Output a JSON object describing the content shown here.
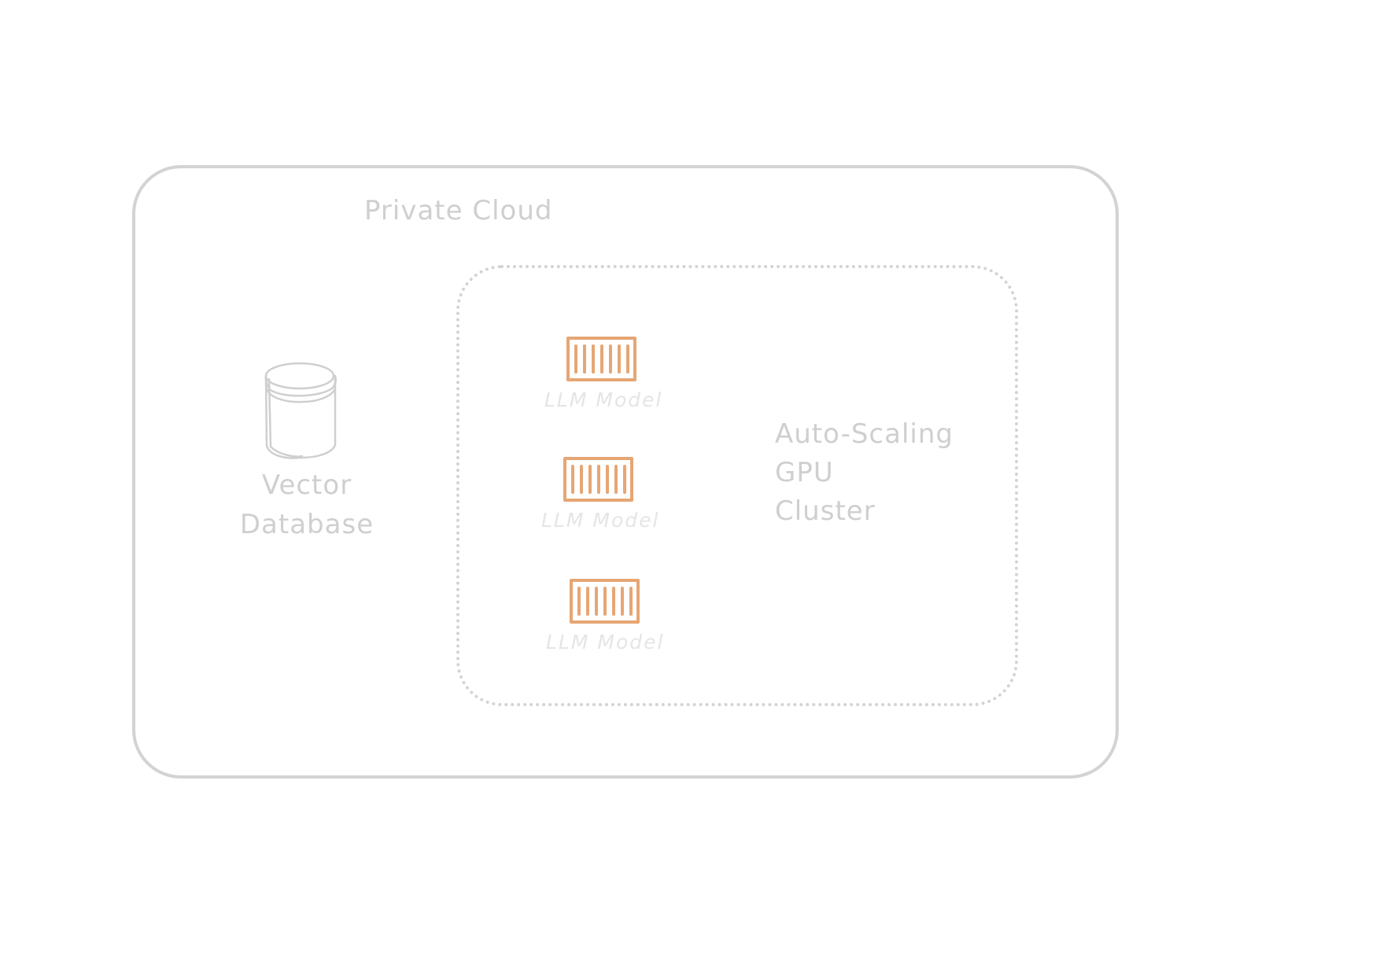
{
  "diagram": {
    "container": {
      "label": "Private Cloud",
      "icon": "private-cloud-boundary"
    },
    "database": {
      "label_lines": [
        "Vector",
        "Database"
      ],
      "icon": "database-cylinder-icon"
    },
    "cluster": {
      "label_lines": [
        "Auto-Scaling",
        "GPU",
        "Cluster"
      ],
      "models": [
        {
          "label": "LLM Model",
          "icon": "gpu-chip-icon"
        },
        {
          "label": "LLM Model",
          "icon": "gpu-chip-icon"
        },
        {
          "label": "LLM Model",
          "icon": "gpu-chip-icon"
        }
      ]
    },
    "colors": {
      "stroke": "#d3d3d3",
      "text": "#cfcfcf",
      "accent": "#e6a674",
      "model_text": "#e5e5e5"
    }
  }
}
